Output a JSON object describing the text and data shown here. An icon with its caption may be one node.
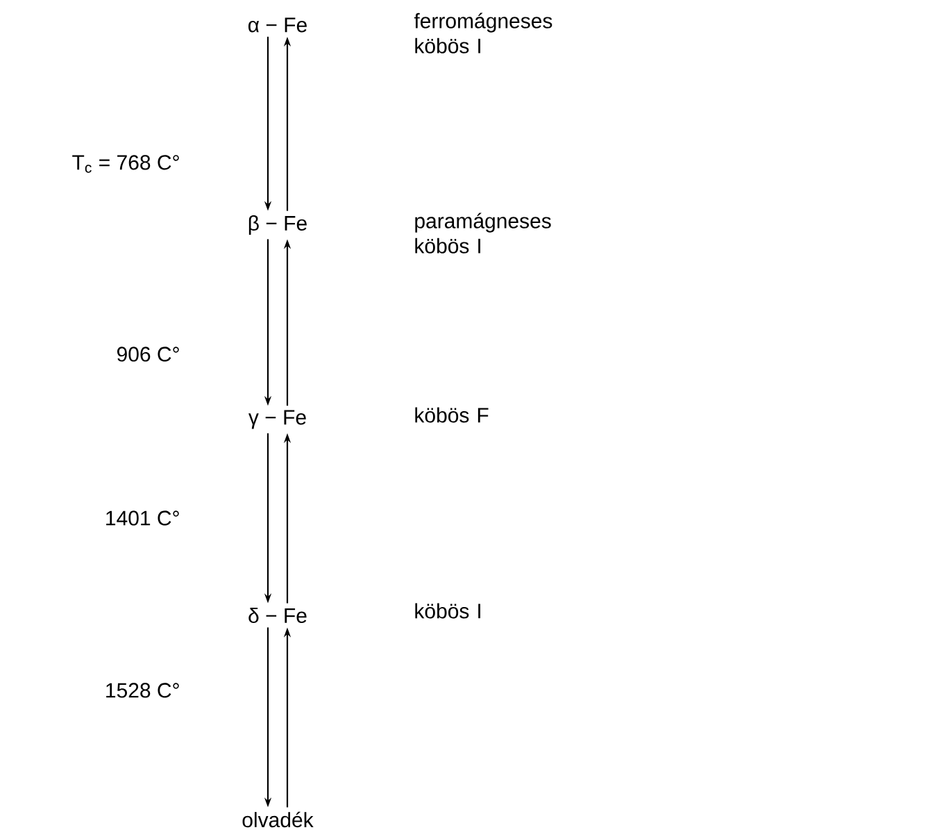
{
  "diagram": {
    "nodes": [
      {
        "text": [
          "α − Fe"
        ]
      },
      {
        "text": [
          "β − Fe"
        ]
      },
      {
        "text": [
          "γ − Fe"
        ]
      },
      {
        "text": [
          "δ − Fe"
        ]
      },
      {
        "text": [
          "olvadék"
        ]
      }
    ],
    "edges": [
      {
        "from": 0,
        "to": 1,
        "arrow": "to",
        "label": "T$_{c}$ = 768 C°"
      },
      {
        "from": 1,
        "to": 0,
        "arrow": "to"
      },
      {
        "from": 1,
        "to": 2,
        "arrow": "to",
        "label": "906 C°"
      },
      {
        "from": 2,
        "to": 1,
        "arrow": "to"
      },
      {
        "from": 2,
        "to": 3,
        "arrow": "to",
        "label": "1401 C°"
      },
      {
        "from": 3,
        "to": 2,
        "arrow": "to"
      },
      {
        "from": 3,
        "to": 4,
        "arrow": "to",
        "label": "1528 C°"
      },
      {
        "from": 4,
        "to": 3,
        "arrow": "to"
      }
    ],
    "labels": [
      "ferromágneses köbös I",
      "paramágneses köbös I",
      "köbös F",
      "köbös I"
    ]
  }
}
